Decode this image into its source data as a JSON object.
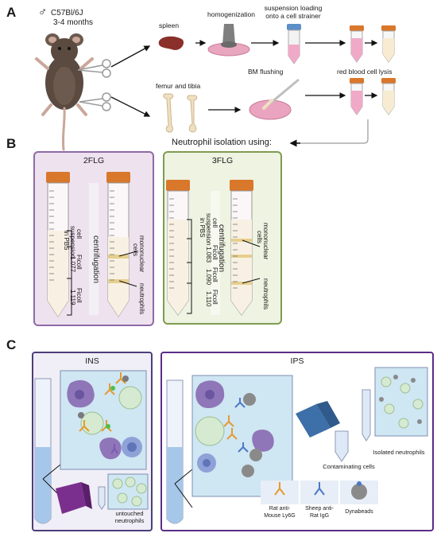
{
  "panels": {
    "a": "A",
    "b": "B",
    "c": "C"
  },
  "mouse": {
    "sex_symbol": "♂",
    "strain": "C57Bl/6J",
    "age": "3-4 months"
  },
  "steps": {
    "spleen": "spleen",
    "homogenization": "homogenization",
    "suspension": [
      "suspension loading",
      "onto a cell strainer"
    ],
    "femur": "femur and tibia",
    "bm": "BM flushing",
    "rbc": "red blood cell lysis",
    "neutrophil": "Neutrophil isolation using:"
  },
  "methods": {
    "fl2": {
      "title": "2FLG",
      "left_labels": [
        "cell",
        "suspension",
        "in PBS",
        "Ficoll",
        "1.077",
        "Ficoll",
        "1.119"
      ],
      "center": "centrifugation",
      "right_labels": [
        "mononuclear",
        "cells",
        "neutrophils"
      ]
    },
    "fl3": {
      "title": "3FLG",
      "left_labels": [
        "cell",
        "suspension",
        "in PBS",
        "Ficoll",
        "1.083",
        "Ficoll",
        "1.090",
        "Ficoll",
        "1.110"
      ],
      "center": "centrifugation",
      "right_labels": [
        "mononuclear",
        "cells",
        "neutrophils"
      ]
    }
  },
  "ins": {
    "title": "INS",
    "caption": [
      "untouched",
      "neutrophils"
    ]
  },
  "ips": {
    "title": "IPS",
    "contaminating": "Contaminating cells",
    "isolated": "Isolated neutrophils"
  },
  "legend": {
    "rat": [
      "Rat anti-",
      "Mouse Ly6G"
    ],
    "sheep": [
      "Sheep anti-",
      "Rat IgG"
    ],
    "beads": [
      "Dynabeads"
    ]
  },
  "colors": {
    "cap": "#d9772b",
    "tube_pink": "#f1a9c8",
    "tube_cream": "#f7ecd1",
    "purple_cell": "#8f76b8",
    "green_cell": "#cfe5c2",
    "blue_cell": "#8fa2d8",
    "antibody_orange": "#e69a2e",
    "antibody_purple": "#7d58b7",
    "antibody_blue": "#4a78c8",
    "bead_gray": "#8a8a8a",
    "magnet_purple": "#7a2f8e"
  }
}
